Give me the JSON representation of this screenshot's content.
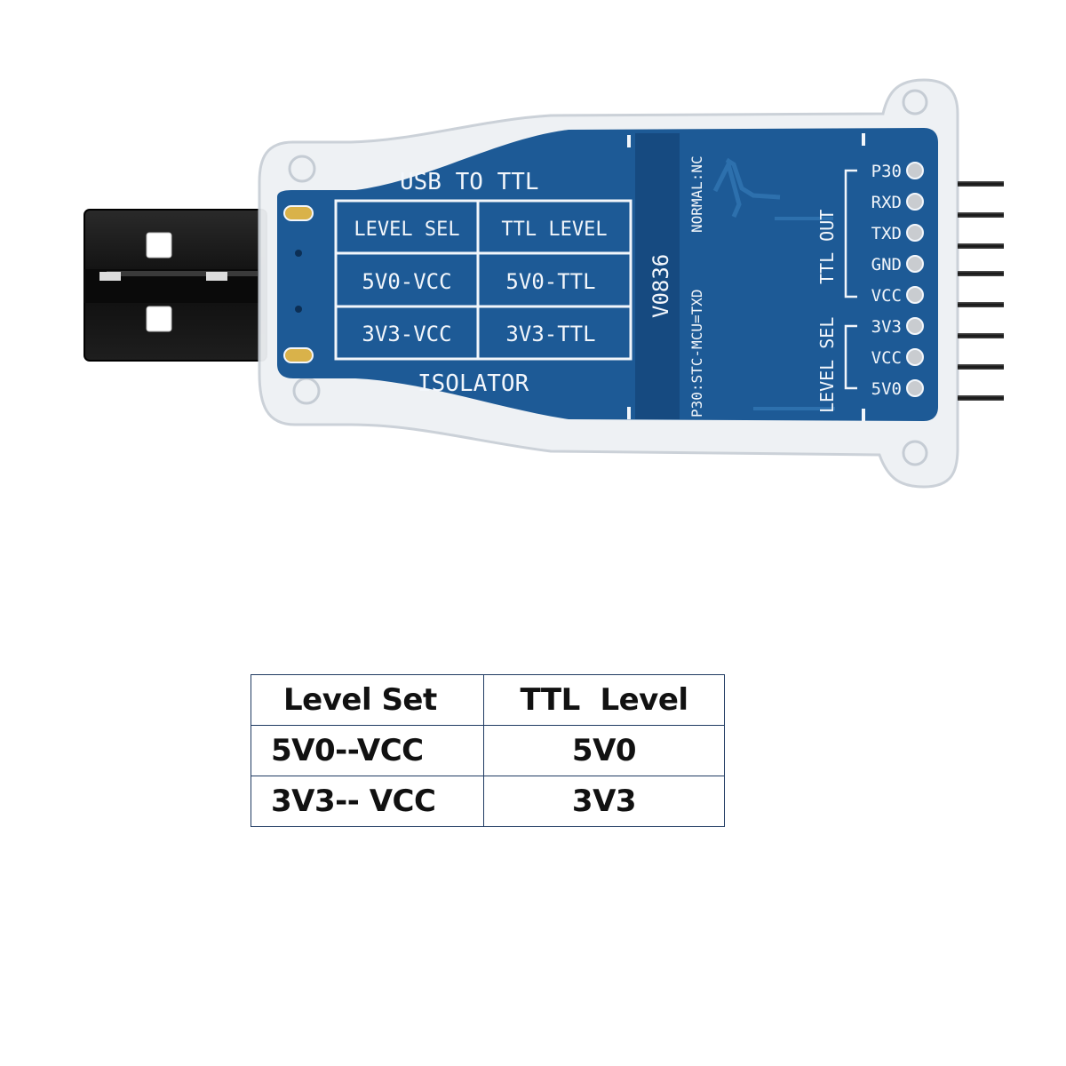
{
  "photo": {
    "board_top_label": "USB TO TTL",
    "board_bottom_label": "ISOLATOR",
    "model": "V0836",
    "note_normal": "NORMAL:NC",
    "note_p30": "P30:STC-MCU=TXD",
    "board_table": {
      "headers": [
        "LEVEL SEL",
        "TTL LEVEL"
      ],
      "rows": [
        [
          "5V0-VCC",
          "5V0-TTL"
        ],
        [
          "3V3-VCC",
          "3V3-TTL"
        ]
      ]
    },
    "group_ttl_out": "TTL OUT",
    "group_level_sel": "LEVEL SEL",
    "pins": [
      "P30",
      "RXD",
      "TXD",
      "GND",
      "VCC",
      "3V3",
      "VCC",
      "5V0"
    ],
    "colors": {
      "pcb": "#1d5a96",
      "pcb_dark": "#164a80",
      "silkscreen": "#f2f6fb",
      "usb_plug": "#141414"
    }
  },
  "table": {
    "headers": [
      "Level Set",
      "TTL  Level"
    ],
    "rows": [
      [
        "5V0--VCC",
        "5V0"
      ],
      [
        "3V3-- VCC",
        "3V3"
      ]
    ]
  }
}
